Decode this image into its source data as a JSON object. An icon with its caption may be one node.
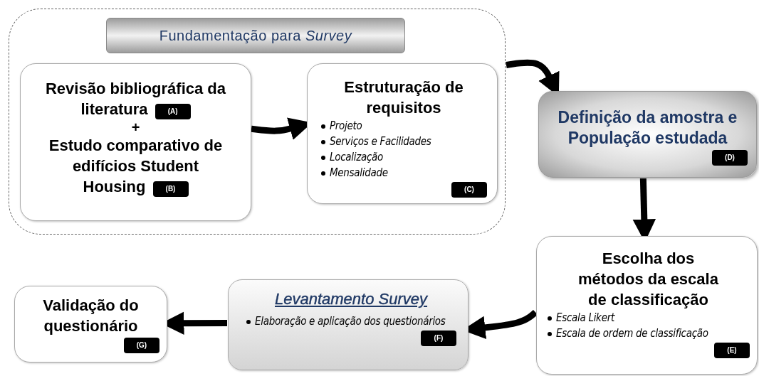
{
  "diagram": {
    "nodes": [
      {
        "text": [],
        "shape": "box"
      },
      {
        "text": [
          "Fundamentação para *Survey*"
        ],
        "in": 0
      },
      {
        "text": [
          "Revisão bibliográfica da literatura",
          "(A)",
          "+",
          "Estudo comparativo de edifícios Student Housing",
          "(B)"
        ],
        "in": 0
      },
      {
        "text": [
          "Estruturação de requisitos",
          "Projeto",
          "Serviços e Facilidades",
          "Localização",
          "Mensalidade",
          "(C)"
        ],
        "in": 0
      },
      {
        "text": [
          "Definição da amostra e População estudada",
          "(D)"
        ]
      },
      {
        "text": [
          "Escolha dos métodos da escala de classificação",
          "Escala Likert",
          "Escala de ordem de classificação",
          "(E)"
        ]
      },
      {
        "text": [
          "Levantamento Survey",
          "Elaboração e aplicação dos questionários",
          "(F)"
        ]
      },
      {
        "text": [
          "Validação do questionário",
          "(G)"
        ]
      }
    ],
    "edges": [
      {
        "from": 2,
        "to": 3,
        "arrow": "to"
      },
      {
        "from": 0,
        "to": 4,
        "arrow": "to"
      },
      {
        "from": 4,
        "to": 5,
        "arrow": "to"
      },
      {
        "from": 5,
        "to": 6,
        "arrow": "to"
      },
      {
        "from": 6,
        "to": 7,
        "arrow": "to"
      }
    ]
  }
}
